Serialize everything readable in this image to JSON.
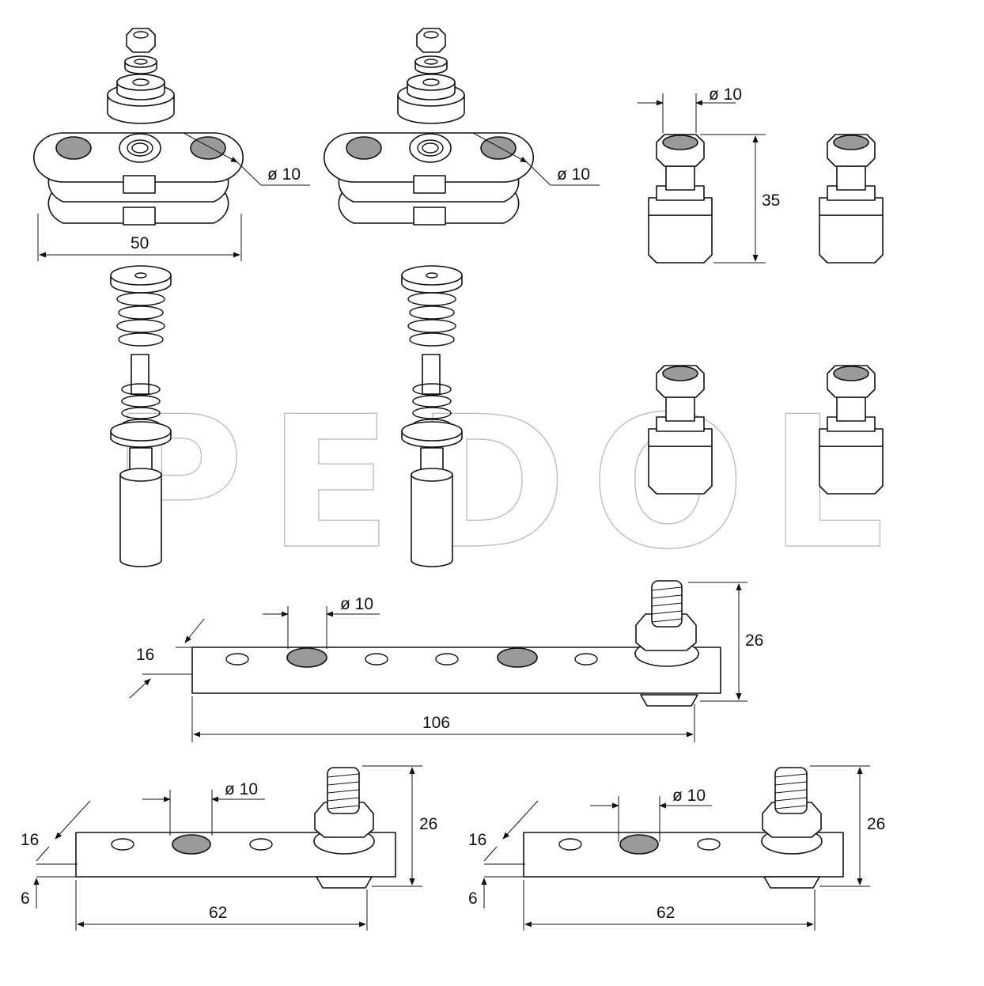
{
  "watermark": "PEDOL",
  "dimensions": {
    "pivot_plate_width": "50",
    "pivot_plate_left_dia": "ø 10",
    "pivot_plate_right_dia": "ø 10",
    "bolt_dia": "ø 10",
    "bolt_height": "35",
    "long_plate_dia": "ø 10",
    "long_plate_width": "16",
    "long_plate_height": "26",
    "long_plate_length": "106",
    "short_left_dia": "ø 10",
    "short_left_width": "16",
    "short_left_thickness": "6",
    "short_left_height": "26",
    "short_left_length": "62",
    "short_right_dia": "ø 10",
    "short_right_width": "16",
    "short_right_thickness": "6",
    "short_right_height": "26",
    "short_right_length": "62"
  },
  "colors": {
    "line": "#111111",
    "insert": "#9a9a9a",
    "watermark": "#bdbdbd"
  }
}
